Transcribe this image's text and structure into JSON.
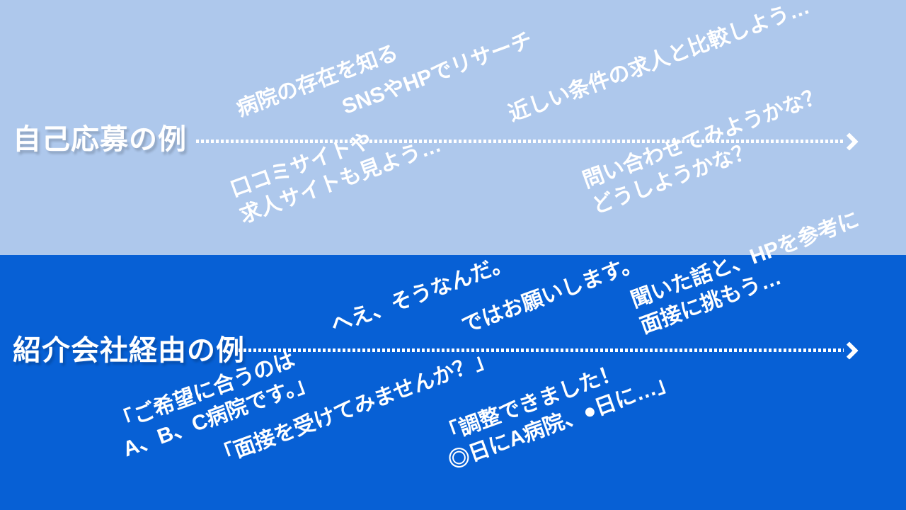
{
  "colors": {
    "top_bg": "#aec8ec",
    "bottom_bg": "#0760d5",
    "text": "#ffffff"
  },
  "sections": {
    "self_application": {
      "title": "自己応募の例",
      "steps": {
        "know": "病院の存在を知る",
        "research": "SNSやHPでリサーチ",
        "compare": "近しい条件の求人と比較しよう…",
        "sites_line1": "口コミサイトや",
        "sites_line2": "求人サイトも見よう…",
        "inquire_line1": "問い合わせてみようかな？",
        "inquire_line2": "どうしようかな？"
      }
    },
    "via_agency": {
      "title": "紹介会社経由の例",
      "steps": {
        "hee": "へえ、そうなんだ。",
        "onegai": "ではお願いします。",
        "kiita_line1": "聞いた話と、HPを参考に",
        "kiita_line2": "面接に挑もう…",
        "gokibou_line1": "「ご希望に合うのは",
        "gokibou_line2": "A、B、C病院です。」",
        "mensetsu": "「面接を受けてみませんか？」",
        "chousei_line1": "「調整できました！",
        "chousei_line2": "◎日にA病院、●日に…」"
      }
    }
  }
}
